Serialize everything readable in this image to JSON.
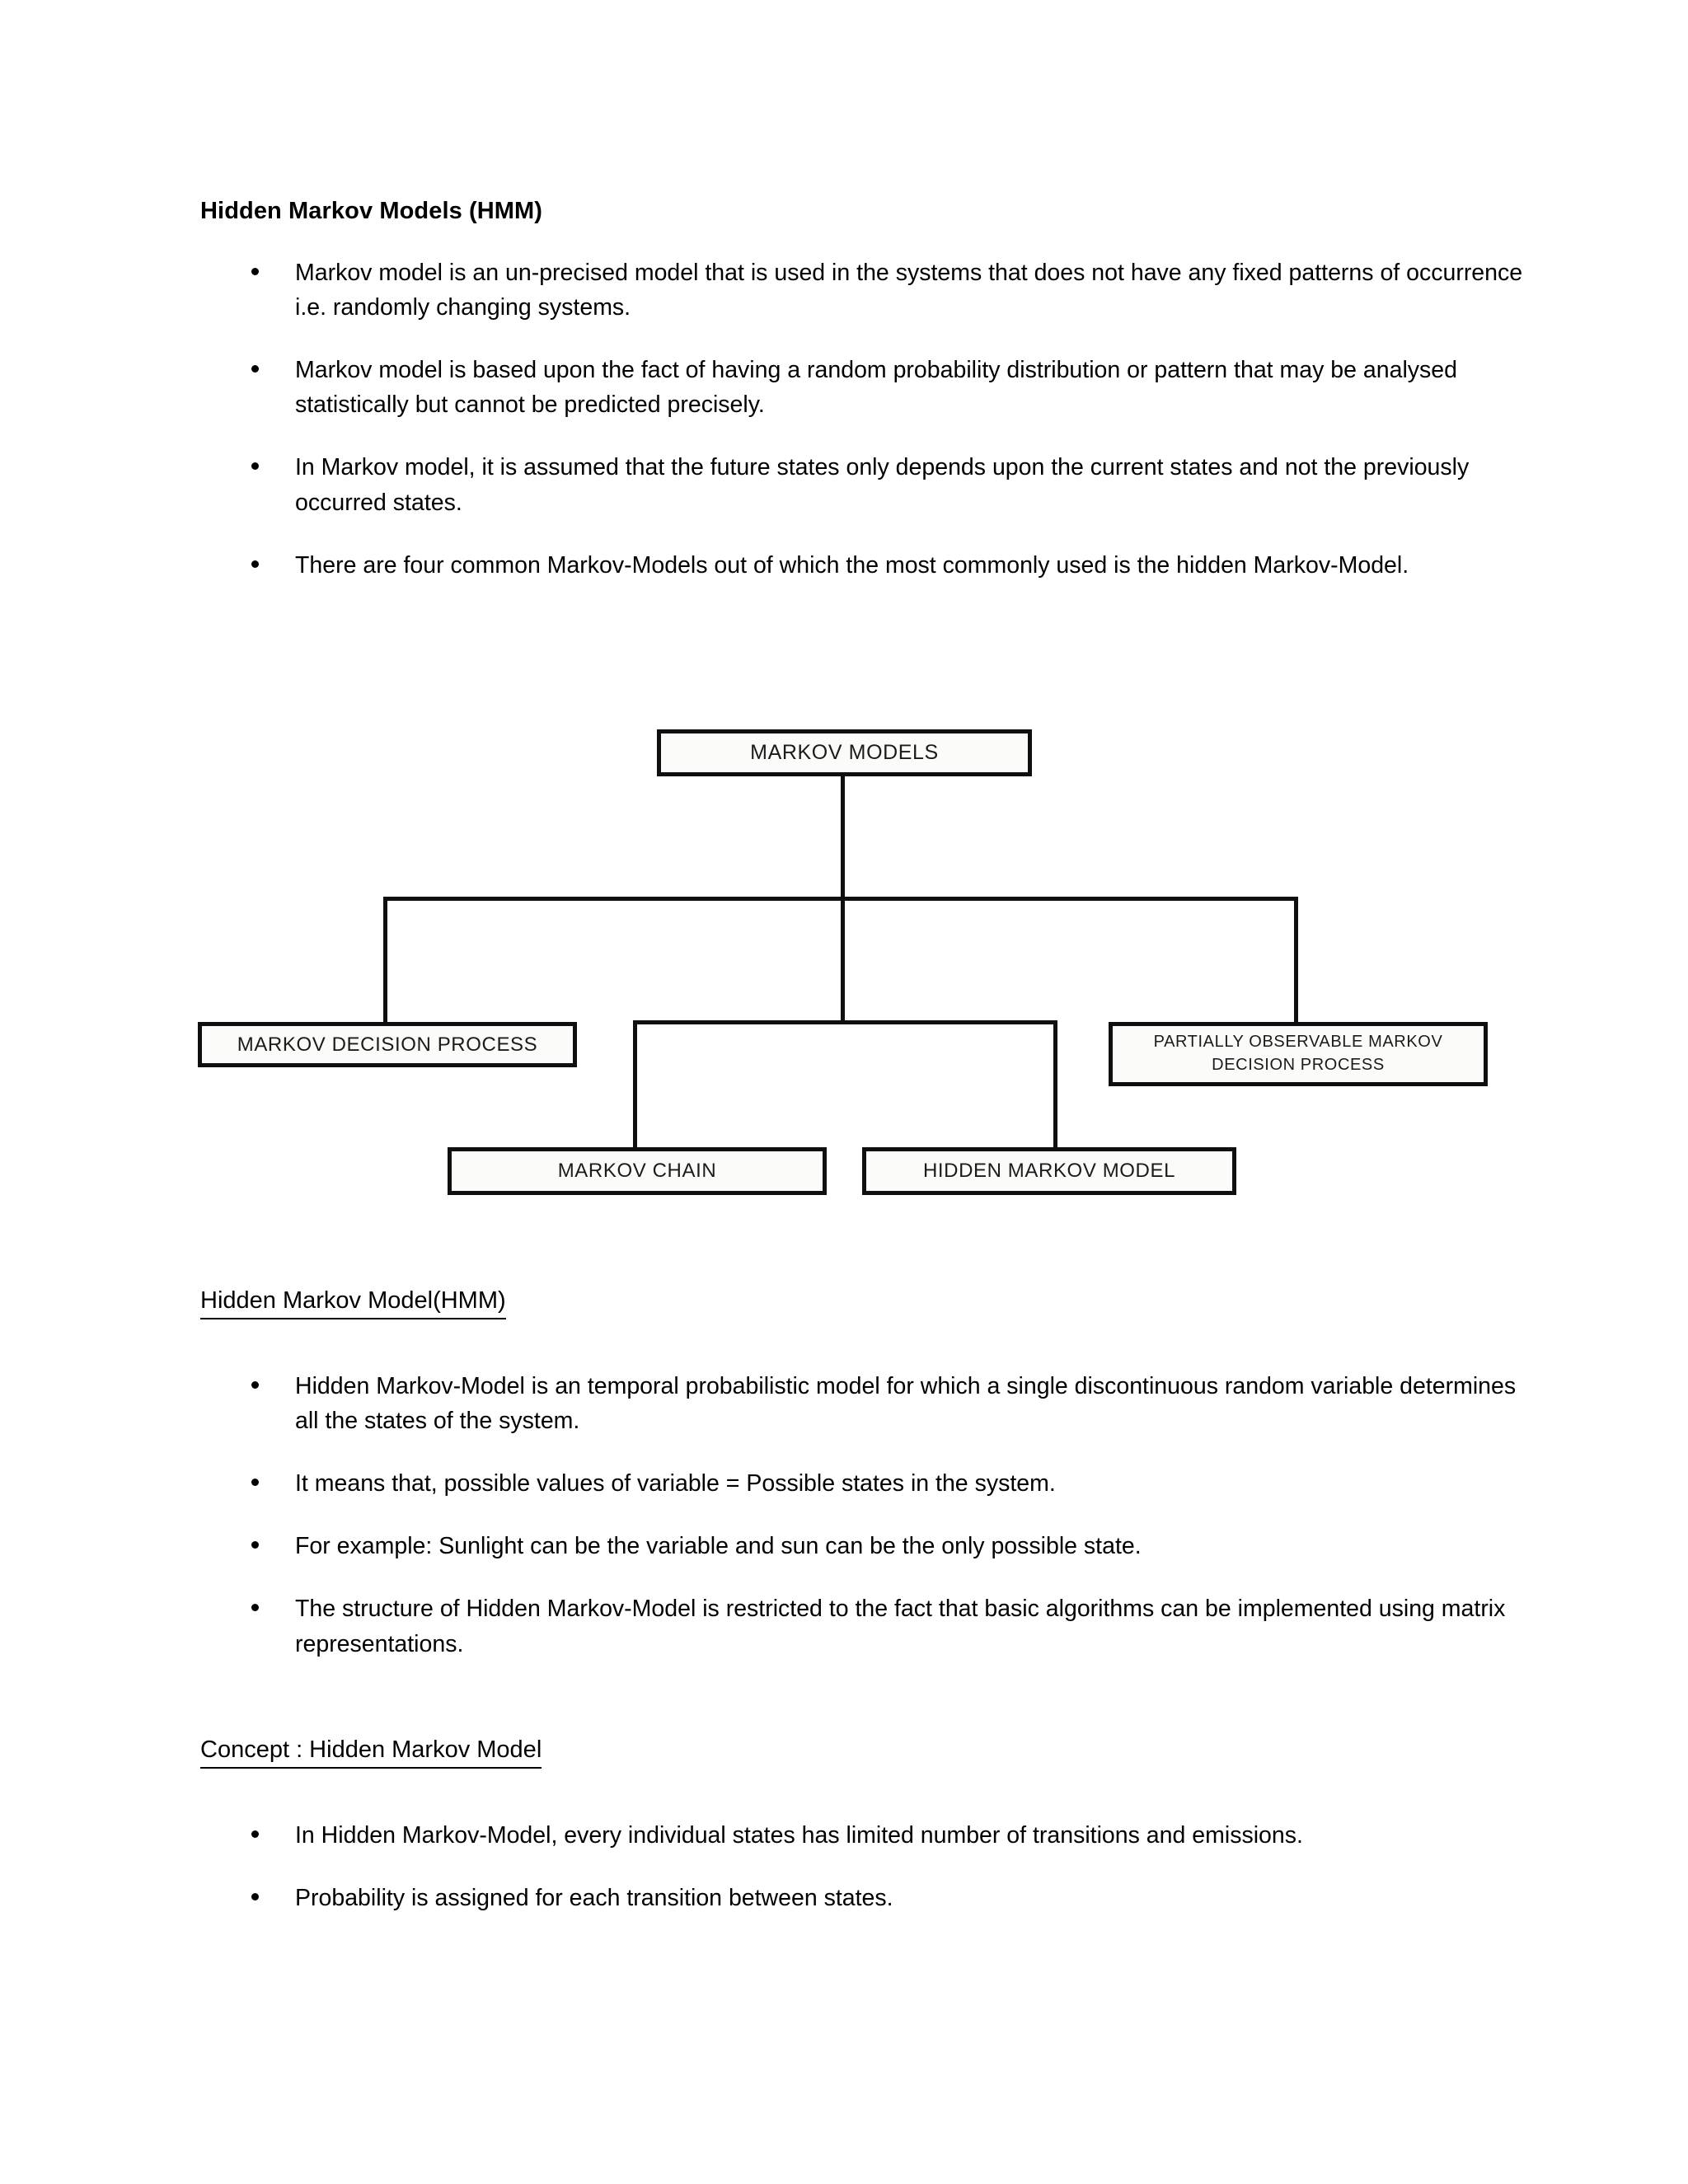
{
  "document": {
    "title": "Hidden Markov Models (HMM)",
    "sections": [
      {
        "id": "intro",
        "bullets": [
          "Markov model is an un-precised model that is used in the systems that does not have any fixed patterns of occurrence  i.e. randomly changing systems.",
          "Markov model is based upon the fact of having a random probability distribution or pattern that may be analysed statistically but cannot be predicted precisely.",
          "In Markov model, it is assumed that the future states only depends upon the current states and not the previously occurred states.",
          "There are four common Markov-Models out of which the most commonly used is the hidden Markov-Model."
        ]
      },
      {
        "id": "hmm-definition",
        "heading": "Hidden Markov Model(HMM)",
        "bullets": [
          "Hidden Markov-Model is an temporal probabilistic model for which a single discontinuous random variable determines all the states of the system.",
          "It means that, possible values of variable = Possible states in the system.",
          "For example: Sunlight can be the variable and sun can be the only possible state.",
          "The structure of Hidden Markov-Model is restricted to the fact that basic algorithms can be implemented using matrix representations."
        ]
      },
      {
        "id": "hmm-concept",
        "heading": "Concept : Hidden Markov Model",
        "bullets": [
          "In Hidden Markov-Model, every individual states has limited number of transitions and emissions.",
          "Probability is assigned for each transition between states."
        ]
      }
    ]
  },
  "diagram": {
    "type": "tree",
    "root": "MARKOV MODELS",
    "nodes": {
      "root": "MARKOV MODELS",
      "markov_decision_process": "MARKOV DECISION PROCESS",
      "partially_observable": "PARTIALLY OBSERVABLE MARKOV DECISION PROCESS",
      "partially_observable_line1": "PARTIALLY OBSERVABLE MARKOV",
      "partially_observable_line2": "DECISION PROCESS",
      "markov_chain": "MARKOV CHAIN",
      "hidden_markov_model": "HIDDEN MARKOV MODEL"
    },
    "edges": [
      {
        "from": "root",
        "to": "markov_decision_process"
      },
      {
        "from": "root",
        "to": "partially_observable"
      },
      {
        "from": "root",
        "to": "markov_chain"
      },
      {
        "from": "root",
        "to": "hidden_markov_model"
      }
    ],
    "colors": {
      "stroke": "#0f0f0f",
      "fill": "#fbfbfa",
      "text": "#1b1b1b"
    }
  }
}
